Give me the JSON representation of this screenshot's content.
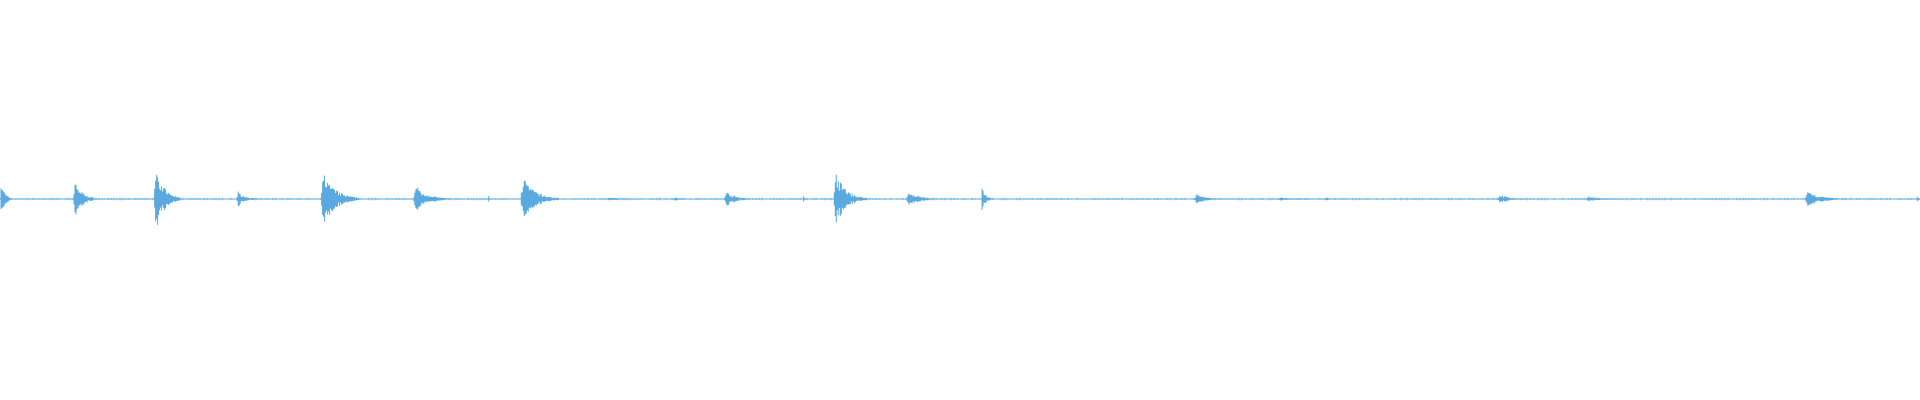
{
  "waveform": {
    "color": "#5aa9e0",
    "background": "#ffffff",
    "bursts": [
      {
        "t": 0.0,
        "amp": 0.1,
        "dur": 0.006
      },
      {
        "t": 0.038,
        "amp": 0.11,
        "dur": 0.012
      },
      {
        "t": 0.08,
        "amp": 0.17,
        "dur": 0.014
      },
      {
        "t": 0.123,
        "amp": 0.04,
        "dur": 0.013
      },
      {
        "t": 0.167,
        "amp": 0.15,
        "dur": 0.02
      },
      {
        "t": 0.215,
        "amp": 0.07,
        "dur": 0.02
      },
      {
        "t": 0.254,
        "amp": 0.03,
        "dur": 0.002
      },
      {
        "t": 0.271,
        "amp": 0.12,
        "dur": 0.02
      },
      {
        "t": 0.316,
        "amp": 0.01,
        "dur": 0.018
      },
      {
        "t": 0.35,
        "amp": 0.01,
        "dur": 0.018
      },
      {
        "t": 0.377,
        "amp": 0.04,
        "dur": 0.016
      },
      {
        "t": 0.418,
        "amp": 0.03,
        "dur": 0.002
      },
      {
        "t": 0.434,
        "amp": 0.14,
        "dur": 0.017
      },
      {
        "t": 0.472,
        "amp": 0.04,
        "dur": 0.018
      },
      {
        "t": 0.511,
        "amp": 0.06,
        "dur": 0.006
      },
      {
        "t": 0.622,
        "amp": 0.03,
        "dur": 0.014
      },
      {
        "t": 0.665,
        "amp": 0.01,
        "dur": 0.02
      },
      {
        "t": 0.69,
        "amp": 0.015,
        "dur": 0.005
      },
      {
        "t": 0.78,
        "amp": 0.025,
        "dur": 0.015
      },
      {
        "t": 0.826,
        "amp": 0.015,
        "dur": 0.02
      },
      {
        "t": 0.94,
        "amp": 0.04,
        "dur": 0.022
      },
      {
        "t": 0.998,
        "amp": 0.02,
        "dur": 0.003
      }
    ]
  }
}
